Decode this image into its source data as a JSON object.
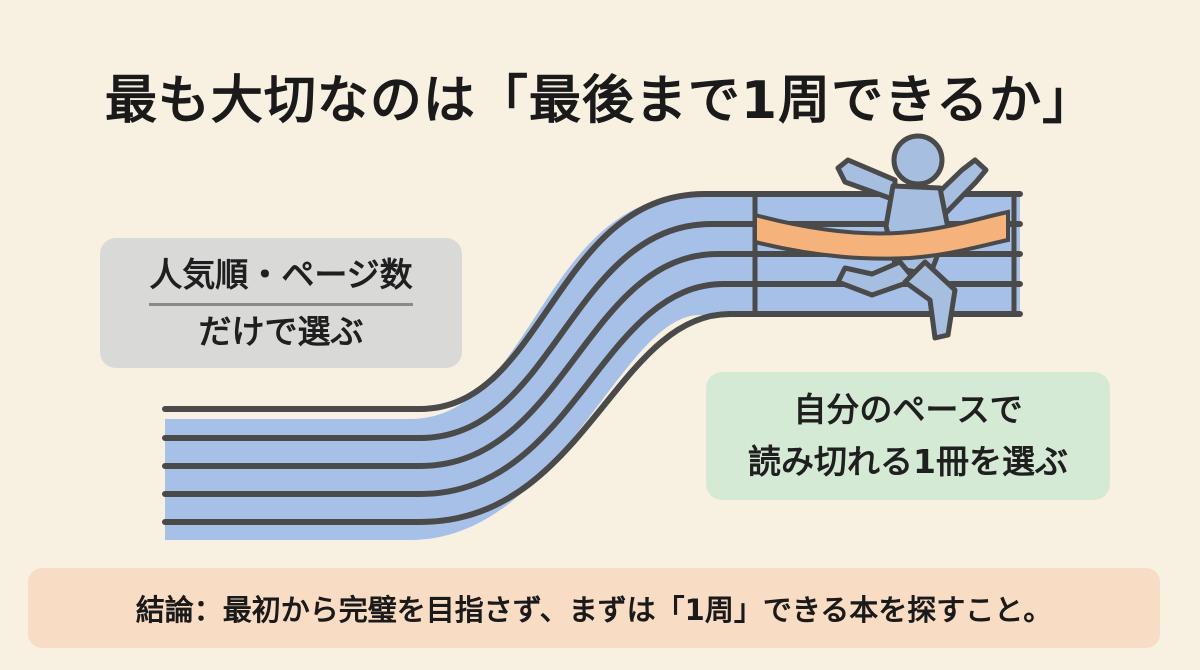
{
  "title": "最も大切なのは「最後まで1周できるか」",
  "left_bubble": {
    "line1": "人気順・ページ数",
    "line2": "だけで選ぶ"
  },
  "right_bubble": {
    "line1": "自分のペースで",
    "line2": "読み切れる1冊を選ぶ"
  },
  "conclusion": "結論：最初から完璧を目指さず、まずは「1周」できる本を探すこと。",
  "colors": {
    "background": "#f8f1e2",
    "track_fill": "#a6c0e8",
    "track_line": "#4a4a4a",
    "runner": "#a6bedf",
    "finish_tape": "#f5b27a",
    "left_bubble": "#d9d9d7",
    "right_bubble": "#d5ead5",
    "conclusion_bar": "#f8dcc4"
  }
}
